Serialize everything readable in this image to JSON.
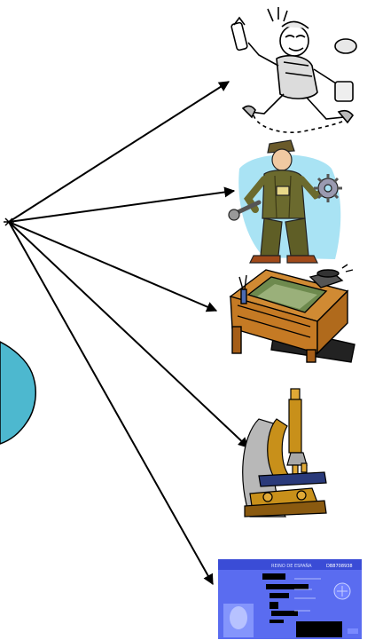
{
  "diagram": {
    "hub": "fan-out-origin",
    "targets": [
      {
        "id": "plumber",
        "icon": "running-plumber-with-wrench-icon"
      },
      {
        "id": "mechanic",
        "icon": "mechanic-with-wrench-and-gear-icon"
      },
      {
        "id": "office",
        "icon": "office-desk-with-telephone-icon"
      },
      {
        "id": "microscope",
        "icon": "microscope-icon"
      },
      {
        "id": "id-card",
        "icon": "identity-card-icon"
      }
    ],
    "id_card": {
      "header": "REINO DE ESPAÑA",
      "number": "DB8708938"
    }
  },
  "colors": {
    "arrow": "#000000",
    "blob": "#4db8cf",
    "mechanic_bg": "#a9e3f4",
    "card": "#5a6cf0",
    "microscope_brass": "#c8901a",
    "microscope_body": "#b8b8b8",
    "desk_wood": "#d08a33",
    "desk_screen": "#6e8a4e"
  }
}
